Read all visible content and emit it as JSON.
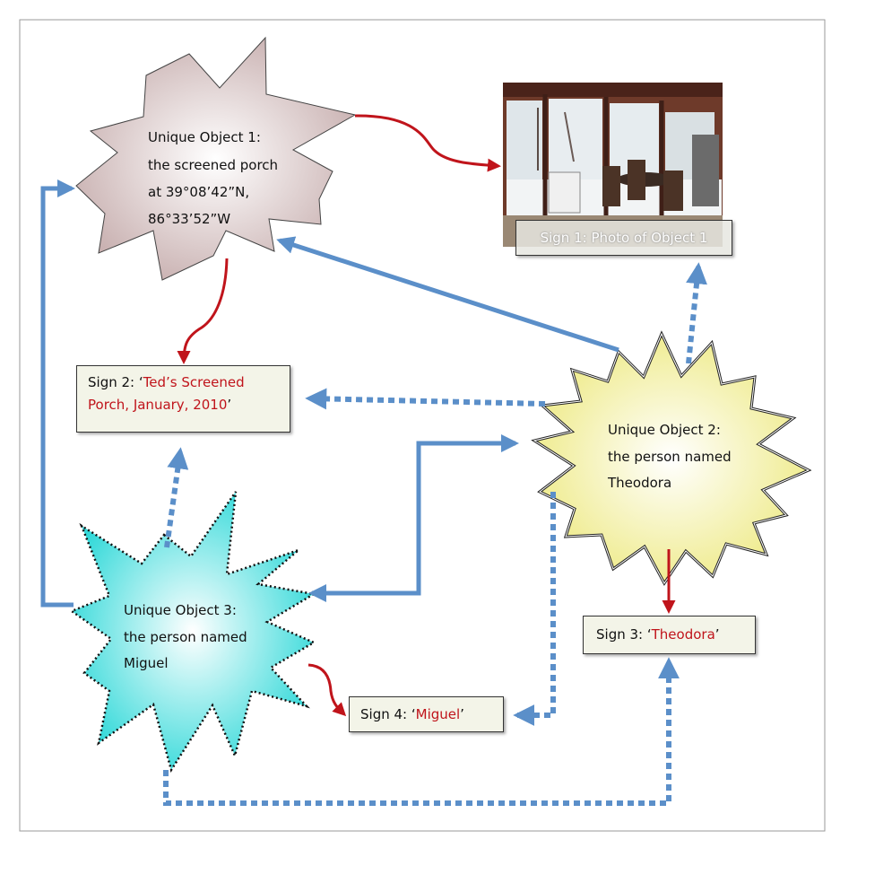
{
  "objects": {
    "object1": {
      "line1": "Unique Object 1:",
      "line2": "the screened porch",
      "line3": "at 39°08’42”N,",
      "line4": "86°33’52”W"
    },
    "object2": {
      "line1": "Unique Object 2:",
      "line2": "the person named",
      "line3": "Theodora"
    },
    "object3": {
      "line1": "Unique Object 3:",
      "line2": "the person named",
      "line3": "Miguel"
    }
  },
  "signs": {
    "sign1": {
      "label": "Sign 1:  Photo of Object 1"
    },
    "sign2": {
      "prefix": "Sign 2:  ‘",
      "value_line1": "Ted’s Screened",
      "value_line2": "Porch, January, 2010",
      "suffix": "’"
    },
    "sign3": {
      "prefix": "Sign 3:  ‘",
      "value": "Theodora",
      "suffix": "’"
    },
    "sign4": {
      "prefix": "Sign 4:  ‘",
      "value": "Miguel",
      "suffix": "’"
    }
  },
  "colors": {
    "object1_fill": "#d8c6c6",
    "object2_fill": "#f4f2a6",
    "object3_fill": "#5de6e6",
    "red_arrow": "#c0141b",
    "blue_arrow": "#5b8fc9",
    "sign_value_text": "#c0141b"
  }
}
